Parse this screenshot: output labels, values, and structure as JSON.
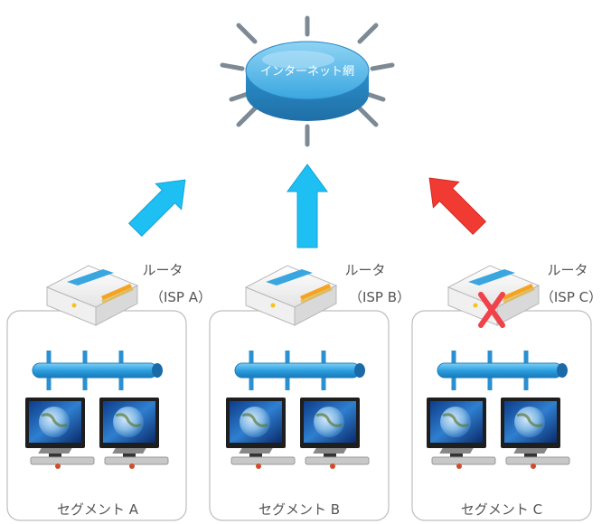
{
  "internet": {
    "label": "インターネット網"
  },
  "segments": [
    {
      "router_label": "ルータ",
      "isp_label": "（ISP A）",
      "segment_label": "セグメント A",
      "status": "up"
    },
    {
      "router_label": "ルータ",
      "isp_label": "（ISP B）",
      "segment_label": "セグメント B",
      "status": "up"
    },
    {
      "router_label": "ルータ",
      "isp_label": "（ISP C）",
      "segment_label": "セグメント C",
      "status": "down"
    }
  ],
  "colors": {
    "arrow_up": "#1ec0f3",
    "arrow_down": "#f03a32",
    "cloud": "#49b4e8",
    "bus": "#2ca0e0",
    "segment_border": "#bdbdbd",
    "fail_mark": "#f0424a"
  },
  "icons": {
    "internet": "internet-cloud-icon",
    "router": "router-icon",
    "bus": "network-bus-icon",
    "computer": "computer-icon",
    "failure": "failure-x-icon"
  }
}
